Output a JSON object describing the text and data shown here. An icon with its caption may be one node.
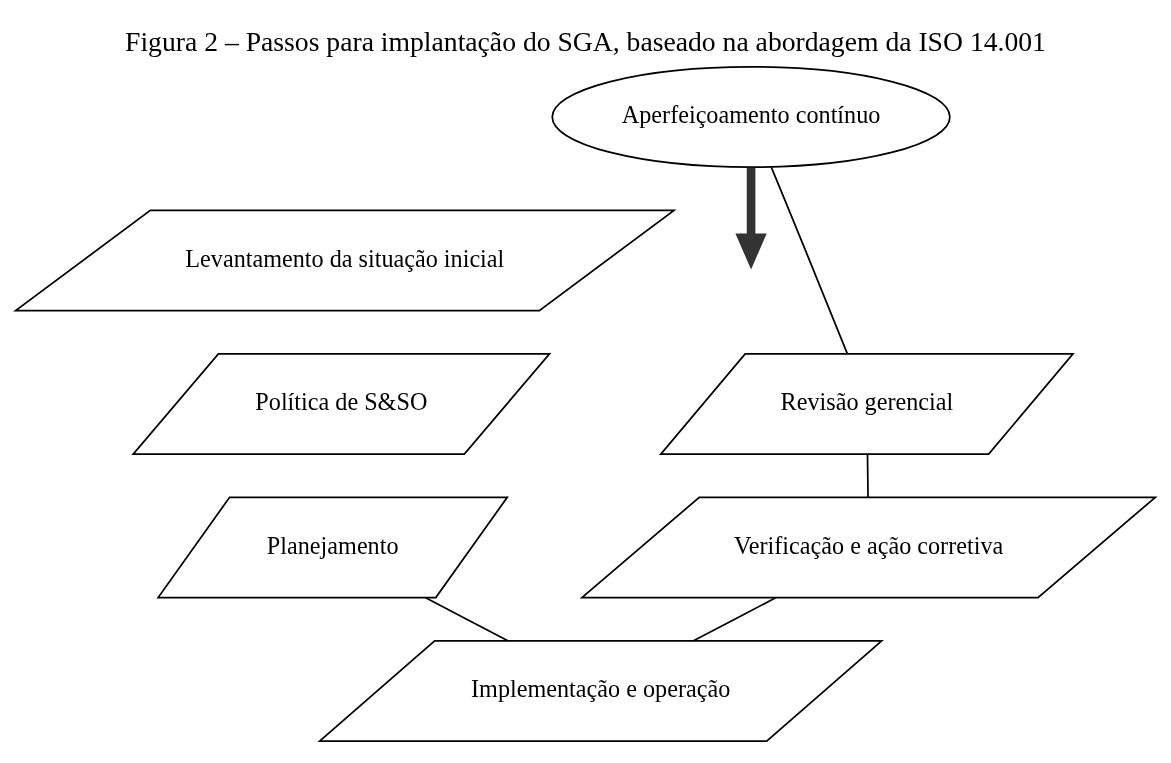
{
  "diagram": {
    "title": "Figura 2 – Passos para implantação do SGA, baseado na abordagem da ISO 14.001",
    "nodes": [
      {
        "text": [
          "Aperfeiçoamento contínuo"
        ]
      },
      {
        "text": [
          "Levantamento da situação inicial"
        ]
      },
      {
        "text": [
          "Política de S&SO"
        ]
      },
      {
        "text": [
          "Planejamento"
        ]
      },
      {
        "text": [
          "Implementação e operação"
        ]
      },
      {
        "text": [
          "Revisão gerencial"
        ]
      },
      {
        "text": [
          "Verificação e ação corretiva"
        ]
      }
    ],
    "edges": [
      {
        "from": 0,
        "to": null,
        "arrow": "to",
        "style": "thick",
        "color": "#333333"
      },
      {
        "from": 5,
        "to": 0,
        "arrow": "none"
      },
      {
        "from": 5,
        "to": 6,
        "arrow": "none"
      },
      {
        "from": 6,
        "to": 4,
        "arrow": "none"
      },
      {
        "from": 3,
        "to": 4,
        "arrow": "none"
      }
    ]
  }
}
